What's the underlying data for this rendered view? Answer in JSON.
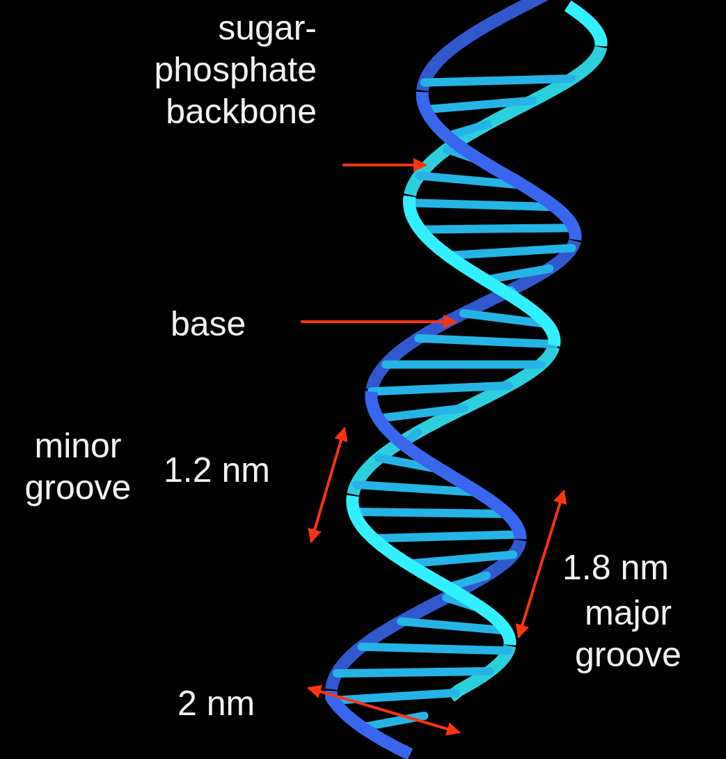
{
  "diagram": {
    "labels": [
      "sugar-phosphate backbone",
      "base",
      "minor groove",
      "1.2 nm",
      "1.8 nm",
      "major groove",
      "2 nm"
    ]
  }
}
